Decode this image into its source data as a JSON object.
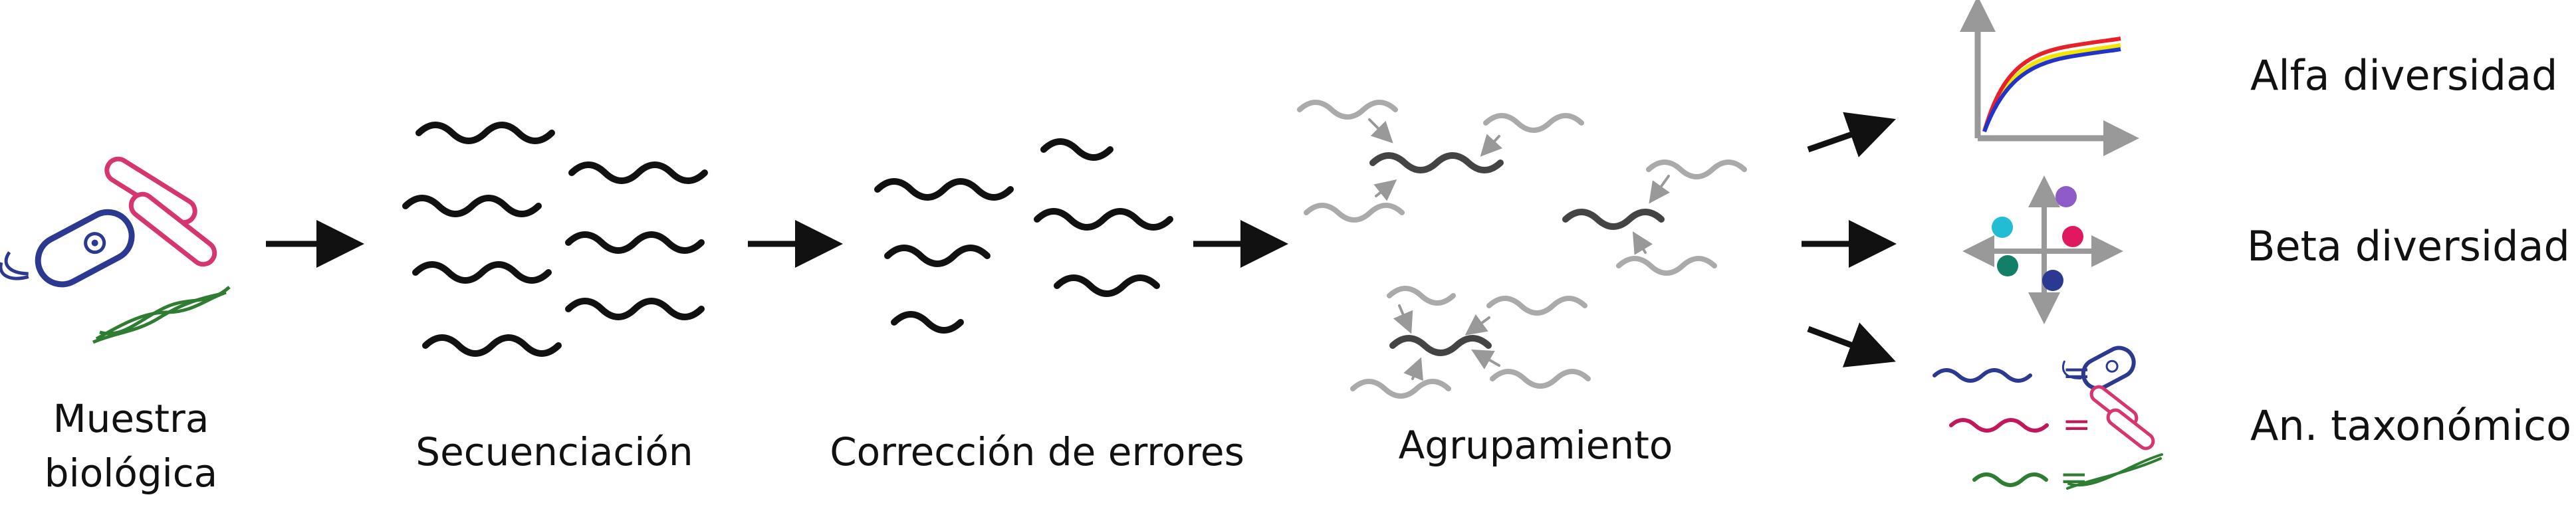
{
  "labels": {
    "muestra_line1": "Muestra",
    "muestra_line2": "biológica",
    "secuenciacion": "Secuenciación",
    "correccion": "Corrección de errores",
    "agrupamiento": "Agrupamiento",
    "alfa": "Alfa diversidad",
    "beta": "Beta diversidad",
    "taxonomico": "An. taxonómico"
  },
  "symbols": {
    "equals": "="
  },
  "icons": {
    "sample": [
      "bacterium-icon",
      "rod-bacterium-icon",
      "spiral-bacterium-icon"
    ],
    "alpha": "rarefaction-plot-icon",
    "beta": "ordination-plot-icon",
    "taxonomy": "sequence-to-taxon-icon"
  },
  "colors": {
    "sequence": "#111111",
    "sequence_light": "#aaaaaa",
    "sequence_mid": "#555555",
    "taxon_blue": "#2b3990",
    "taxon_pink": "#c2185b",
    "taxon_green": "#2e7d32",
    "curve_red": "#e8202a",
    "curve_blue": "#2233cc",
    "curve_yellow": "#f2e600",
    "dot_purple": "#8e5bc8",
    "dot_pink": "#e0185f",
    "dot_cyan": "#22bcd4",
    "dot_teal": "#128066",
    "dot_navy": "#2b3990",
    "axis_gray": "#999999"
  }
}
